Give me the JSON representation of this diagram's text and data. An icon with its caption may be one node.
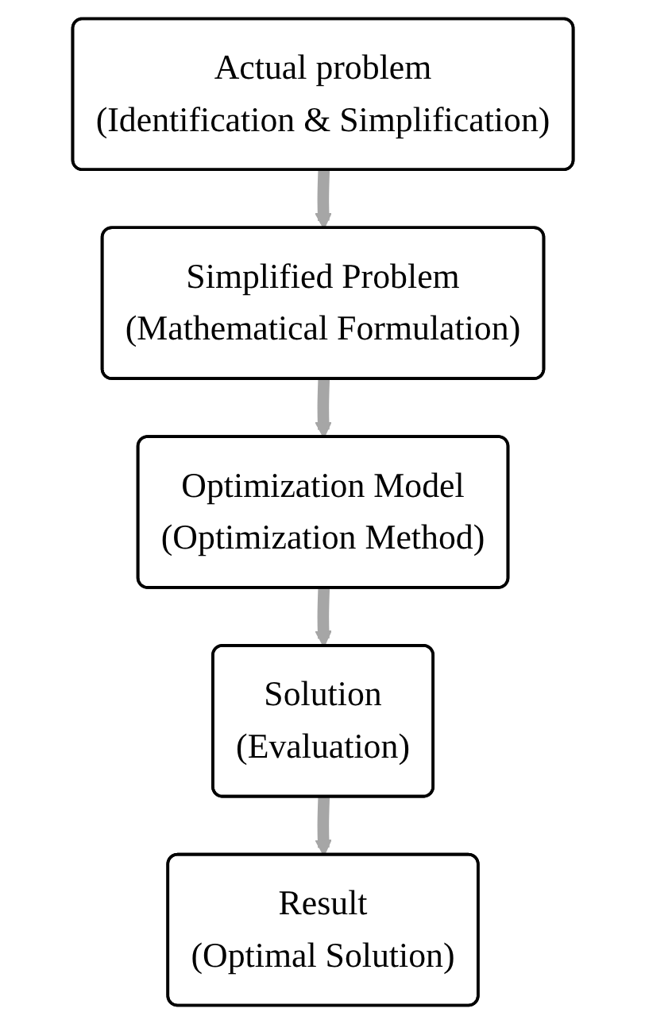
{
  "diagram": {
    "nodes": [
      {
        "text": [
          "Actual problem",
          "(Identification & Simplification)"
        ]
      },
      {
        "text": [
          "Simplified Problem",
          "(Mathematical Formulation)"
        ]
      },
      {
        "text": [
          "Optimization Model",
          "(Optimization Method)"
        ]
      },
      {
        "text": [
          "Solution",
          "(Evaluation)"
        ]
      },
      {
        "text": [
          "Result",
          "(Optimal Solution)"
        ]
      }
    ],
    "edges": [
      {
        "from": 0,
        "to": 1,
        "arrow": "to"
      },
      {
        "from": 1,
        "to": 2,
        "arrow": "to"
      },
      {
        "from": 2,
        "to": 3,
        "arrow": "to"
      },
      {
        "from": 3,
        "to": 4,
        "arrow": "to"
      }
    ]
  }
}
